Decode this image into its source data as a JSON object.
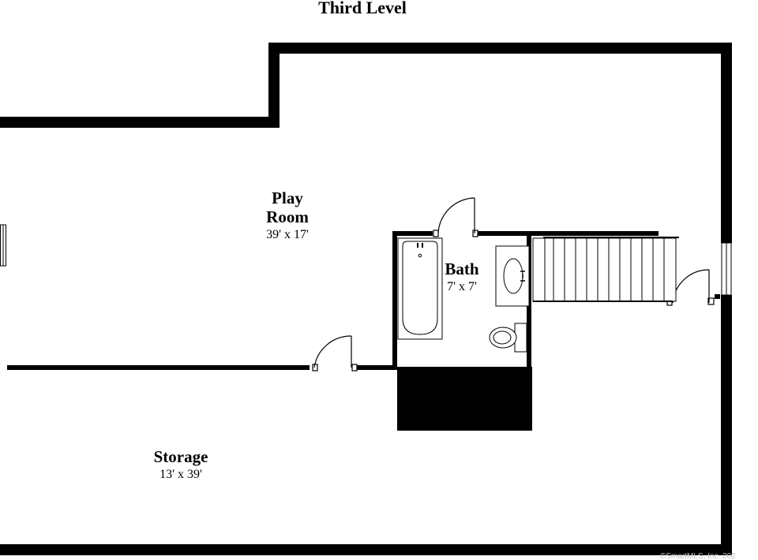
{
  "title": "Third Level",
  "rooms": [
    {
      "name_lines": [
        "Play",
        "Room"
      ],
      "dimensions": "39' x 17'"
    },
    {
      "name_lines": [
        "Bath"
      ],
      "dimensions": "7' x 7'"
    },
    {
      "name_lines": [
        "Storage"
      ],
      "dimensions": "13' x 39'"
    }
  ],
  "credit": "©SmartMLS, Inc. 202"
}
